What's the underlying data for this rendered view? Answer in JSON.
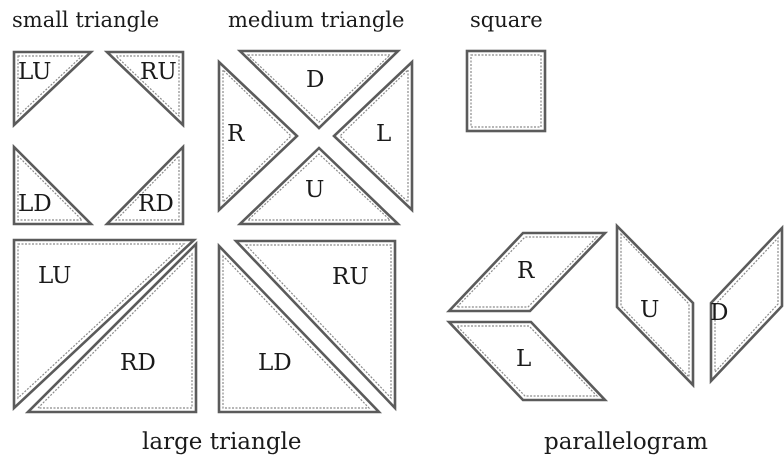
{
  "headings": {
    "small_triangle": "small triangle",
    "medium_triangle": "medium triangle",
    "square": "square"
  },
  "captions": {
    "large_triangle": "large triangle",
    "parallelogram": "parallelogram"
  },
  "small_triangles": {
    "lu": "LU",
    "ru": "RU",
    "ld": "LD",
    "rd": "RD"
  },
  "medium_triangles": {
    "d": "D",
    "r": "R",
    "l": "L",
    "u": "U"
  },
  "large_triangles": {
    "lu": "LU",
    "rd": "RD",
    "ru": "RU",
    "ld": "LD"
  },
  "parallelograms": {
    "r": "R",
    "l": "L",
    "u": "U",
    "d": "D"
  },
  "colors": {
    "stroke": "#5b5b5b",
    "text": "#1a1a1a"
  }
}
